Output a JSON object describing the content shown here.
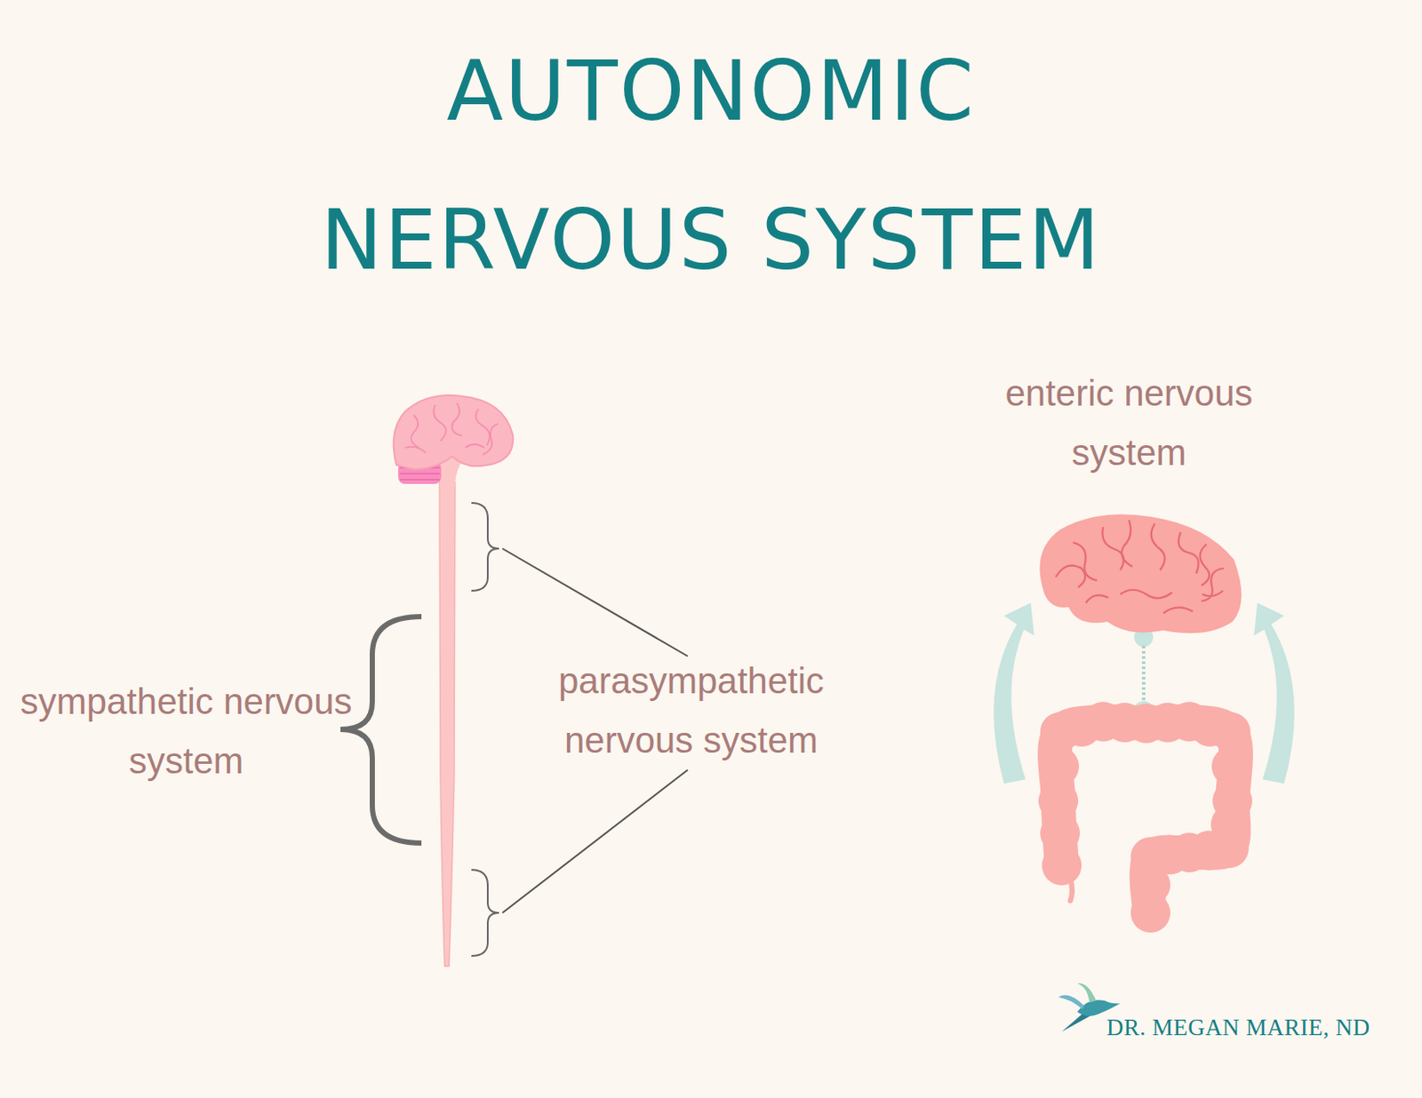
{
  "diagram": {
    "title": "AUTONOMIC NERVOUS SYSTEM",
    "labels": [
      "sympathetic nervous system",
      "parasympathetic nervous system",
      "enteric nervous system",
      "DR. MEGAN MARIE, ND"
    ]
  }
}
